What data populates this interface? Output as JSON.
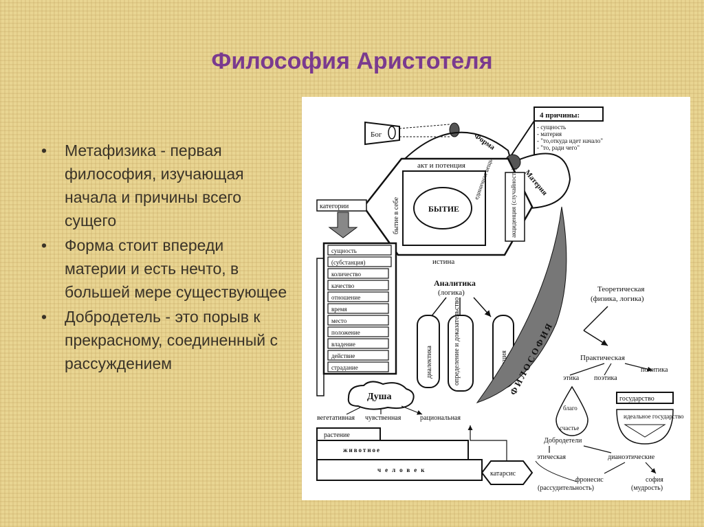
{
  "title": "Философия Аристотеля",
  "bullets": [
    "Метафизика - первая философия, изучающая начала и причины всего сущего",
    "Форма стоит впереди материи и есть нечто, в большей мере существующее",
    "Добродетель - это порыв к прекрасному, соединенный с рассуждением"
  ],
  "diagram": {
    "god": "Бог",
    "causes_title": "4 причины:",
    "causes": [
      "- сущность",
      "- материя",
      "- \"то,откуда идет начало\"",
      "- \"то, ради чего\""
    ],
    "form": "Форма",
    "matter": "Материя",
    "act_potency": "акт и потенция",
    "being_in_itself": "бытие в себе",
    "single_thing": "единичная вещь",
    "accident": "акциденция (случайность)",
    "being": "БЫТИЕ",
    "truth": "истина",
    "categories_label": "категории",
    "categories": [
      "сущность",
      "(субстанция)",
      "количество",
      "качество",
      "отношение",
      "время",
      "место",
      "положение",
      "владение",
      "действие",
      "страдание"
    ],
    "analytics": "Аналитика",
    "logic": "(логика)",
    "dialectics": "диалектика",
    "definition_proof": "определение и доказательство",
    "induction": "индукция",
    "philosophy": "ФИЛОСОФИЯ",
    "theoretical": "Теоретическая",
    "physics_logic": "(физика, логика)",
    "practical": "Практическая",
    "ethics": "этика",
    "poetics": "поэтика",
    "politics": "политика",
    "state": "государство",
    "ideal_state": "идеальное государство",
    "good": "благо",
    "happiness": "счастье",
    "virtues": "Добродетели",
    "ethical": "этическая",
    "dianoetic": "дианоэтические",
    "phronesis": "фронесис",
    "prudence": "(рассудительность)",
    "sophia": "софия",
    "wisdom": "(мудрость)",
    "soul": "Душа",
    "vegetative": "вегетативная",
    "sensitive": "чувственная",
    "rational": "рациональная",
    "plant": "растение",
    "animal": "животное",
    "human": "человек",
    "catharsis": "катарсис"
  }
}
